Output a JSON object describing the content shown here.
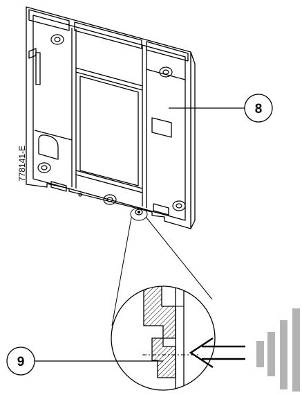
{
  "drawing": {
    "document_code": "778141-E",
    "callouts": [
      {
        "number": "8"
      },
      {
        "number": "9"
      }
    ],
    "colors": {
      "line": "#000000",
      "fill": "#ffffff",
      "signal_gray": "#b3b3b3"
    }
  }
}
